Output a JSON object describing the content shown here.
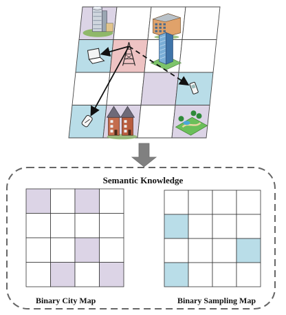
{
  "semantic_panel": {
    "title": "Semantic Knowledge",
    "city_map_label": "Binary City Map",
    "sampling_map_label": "Binary Sampling Map"
  },
  "city_scene": {
    "rows": 4,
    "cols": 4,
    "cells": [
      [
        {
          "tint": "purple",
          "icon": "office-tower-icon"
        },
        {
          "tint": "none",
          "icon": ""
        },
        {
          "tint": "none",
          "icon": "apartment-building-icon"
        },
        {
          "tint": "none",
          "icon": ""
        }
      ],
      [
        {
          "tint": "blue",
          "icon": "laptop-icon"
        },
        {
          "tint": "pink",
          "icon": "cell-tower-icon"
        },
        {
          "tint": "none",
          "icon": "skyscraper-icon"
        },
        {
          "tint": "none",
          "icon": ""
        }
      ],
      [
        {
          "tint": "none",
          "icon": ""
        },
        {
          "tint": "none",
          "icon": ""
        },
        {
          "tint": "purple",
          "icon": ""
        },
        {
          "tint": "blue",
          "icon": "mobile-phone-icon"
        }
      ],
      [
        {
          "tint": "blue",
          "icon": "flip-phone-icon"
        },
        {
          "tint": "purple",
          "icon": "townhouses-icon"
        },
        {
          "tint": "none",
          "icon": ""
        },
        {
          "tint": "purple",
          "icon": "park-icon"
        }
      ]
    ],
    "links": [
      {
        "to": "laptop-icon",
        "style": "solid"
      },
      {
        "to": "flip-phone-icon",
        "style": "solid"
      },
      {
        "to": "mobile-phone-icon",
        "style": "dashed"
      }
    ]
  },
  "binary_city_map": [
    [
      1,
      0,
      1,
      0
    ],
    [
      0,
      0,
      0,
      0
    ],
    [
      0,
      0,
      1,
      0
    ],
    [
      0,
      1,
      0,
      1
    ]
  ],
  "binary_sampling_map": [
    [
      0,
      0,
      0,
      0
    ],
    [
      1,
      0,
      0,
      0
    ],
    [
      0,
      0,
      0,
      1
    ],
    [
      1,
      0,
      0,
      0
    ]
  ],
  "colors": {
    "purple": "#dcd4e6",
    "blue": "#b9dde8",
    "pink": "#eec3c3",
    "grid_line": "#444444",
    "map_line": "#333333",
    "arrow_fill": "#808080",
    "dashed_border": "#666666"
  }
}
